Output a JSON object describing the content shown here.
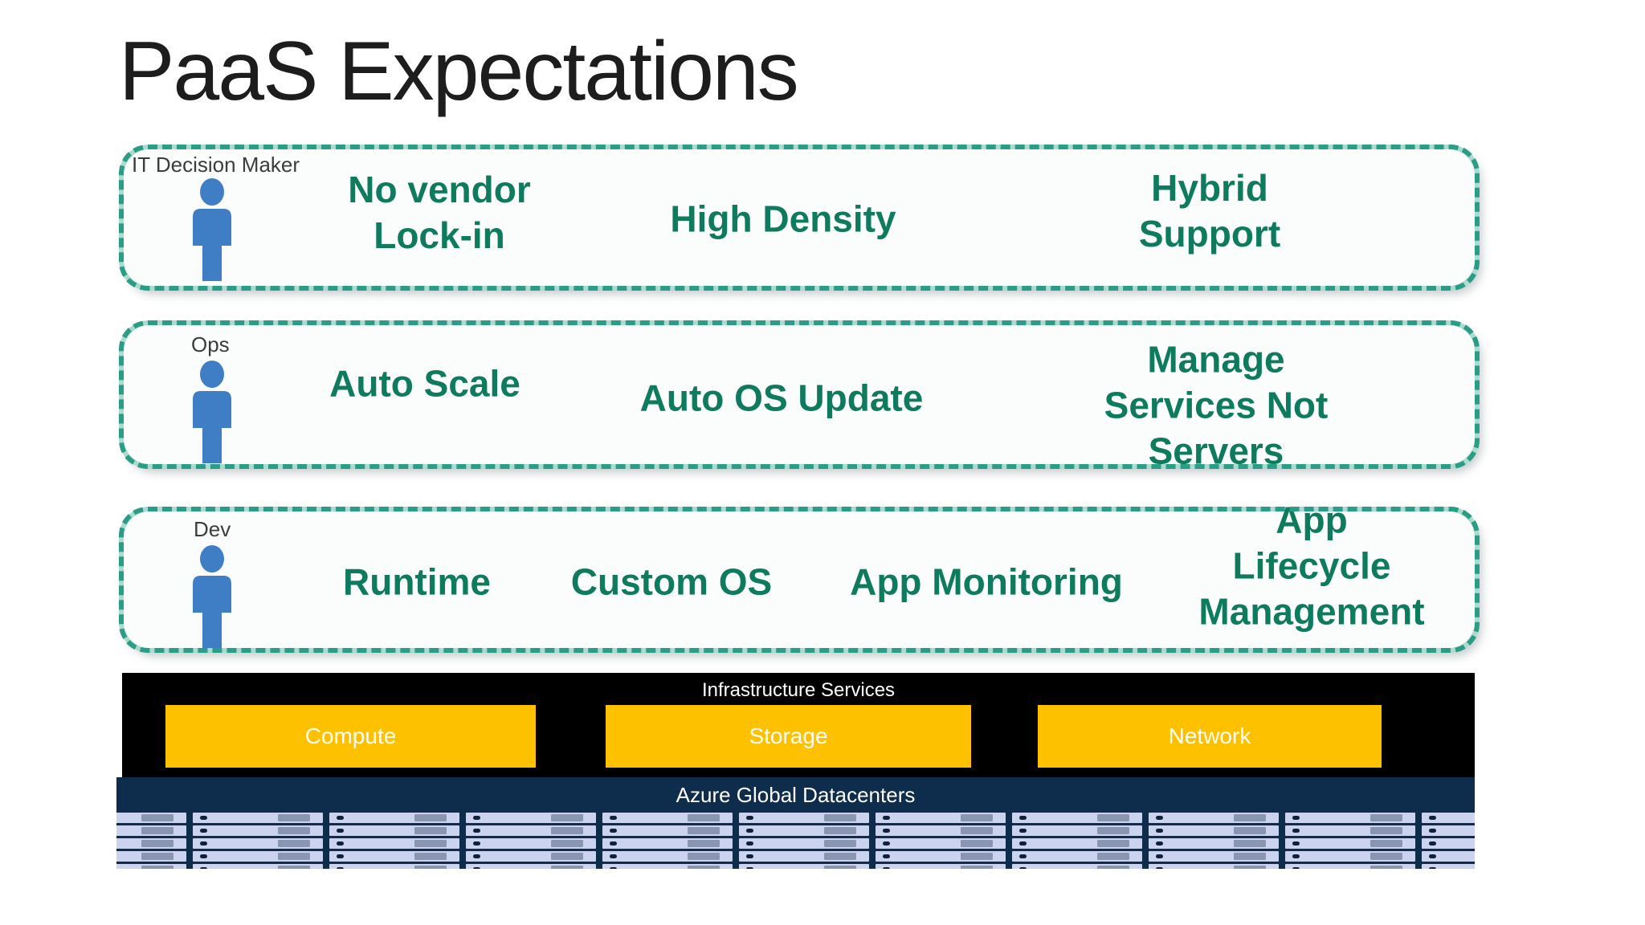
{
  "slide": {
    "title": "PaaS Expectations"
  },
  "personas": [
    {
      "name": "IT Decision Maker",
      "icon": "person-silhouette",
      "expectations": [
        "No vendor\nLock-in",
        "High Density",
        "Hybrid Support"
      ]
    },
    {
      "name": "Ops",
      "icon": "person-silhouette",
      "expectations": [
        "Auto Scale",
        "Auto OS Update",
        "Manage Services Not\nServers"
      ]
    },
    {
      "name": "Dev",
      "icon": "person-silhouette",
      "expectations": [
        "Runtime",
        "Custom OS",
        "App Monitoring",
        "App Lifecycle\nManagement"
      ]
    }
  ],
  "infrastructure": {
    "title": "Infrastructure Services",
    "services": [
      "Compute",
      "Storage",
      "Network"
    ]
  },
  "datacenter": {
    "title": "Azure Global Datacenters"
  },
  "colors": {
    "expectation_text_green": "#0e7b5e",
    "dash_border_teal": "#2b9d86",
    "dash_track_mint": "#a9dbcf",
    "person_blue": "#3f7dc4",
    "infrastructure_bar_black": "#000000",
    "service_gold": "#fdc100",
    "datacenter_navy": "#0e2d4c",
    "server_lavender": "#ccd3ef",
    "server_slot_gray": "#8995b1",
    "title_dark": "#1d1d1d"
  }
}
